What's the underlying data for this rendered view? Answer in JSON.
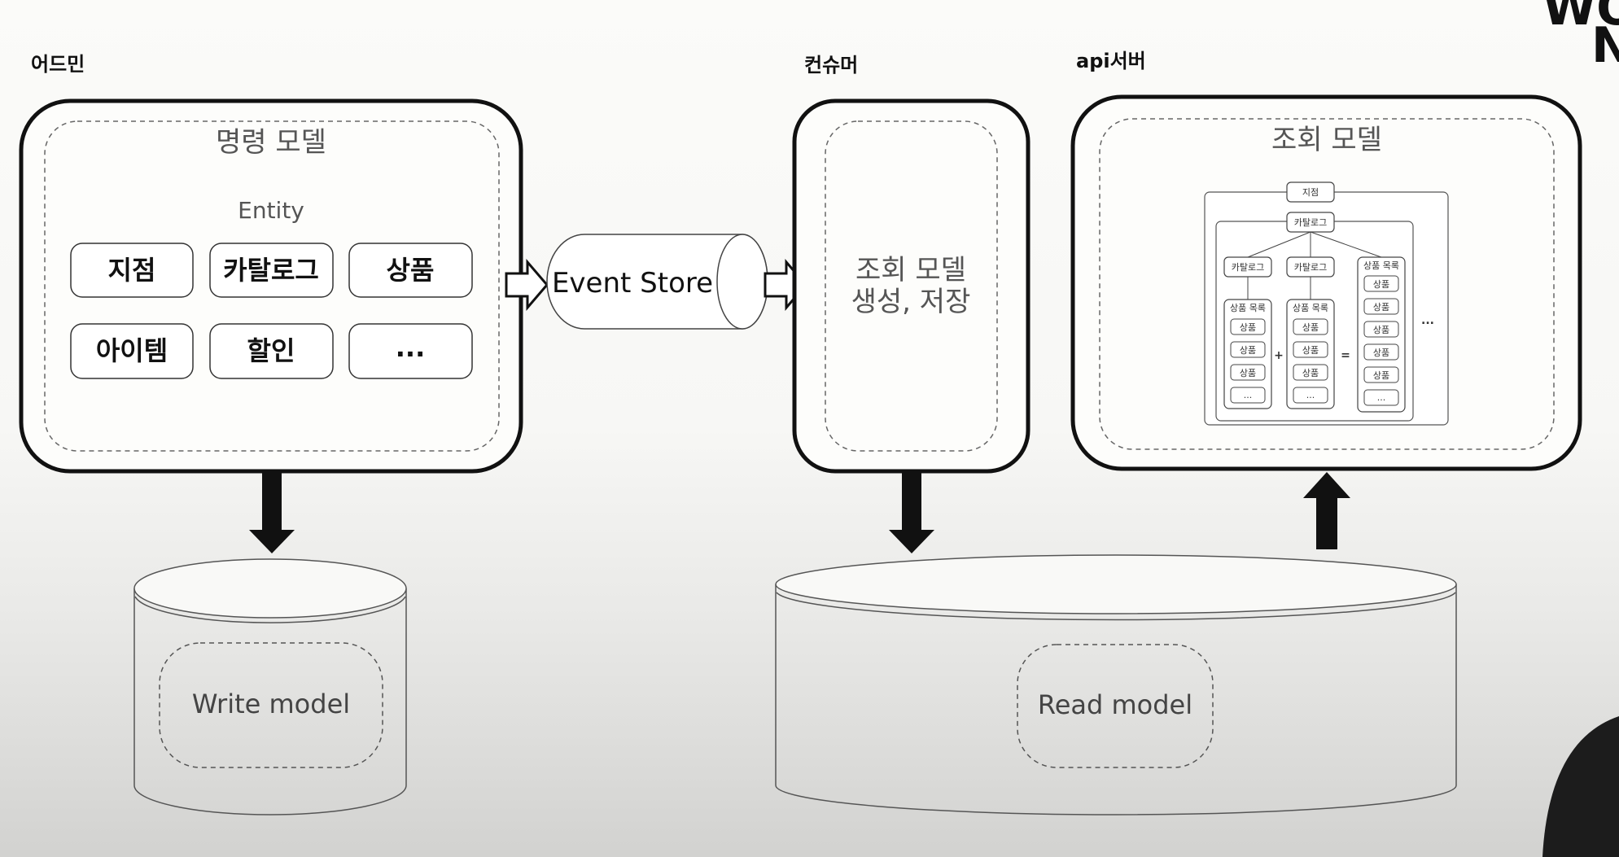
{
  "sections": {
    "admin": "어드민",
    "consumer": "컨슈머",
    "api_server": "api서버"
  },
  "command_model": {
    "title": "명령 모델",
    "entity_header": "Entity",
    "entities": [
      "지점",
      "카탈로그",
      "상품",
      "아이템",
      "할인",
      "..."
    ]
  },
  "event_store": {
    "label": "Event Store"
  },
  "consumer_box": {
    "line1": "조회 모델",
    "line2": "생성, 저장"
  },
  "query_model": {
    "title": "조회 모델",
    "tree": {
      "root": "지점",
      "child": "카탈로그",
      "col1_header": "카탈로그",
      "col2_header": "카탈로그",
      "col3_header": "상품 목록",
      "list_header": "상품 목록",
      "item": "상품",
      "ellipsis": "...",
      "plus": "+",
      "equals": "=",
      "outer_ellipsis": "..."
    }
  },
  "write_db": {
    "label": "Write model"
  },
  "read_db": {
    "label": "Read model"
  },
  "logo": {
    "line1": "WO",
    "line2": "N"
  }
}
